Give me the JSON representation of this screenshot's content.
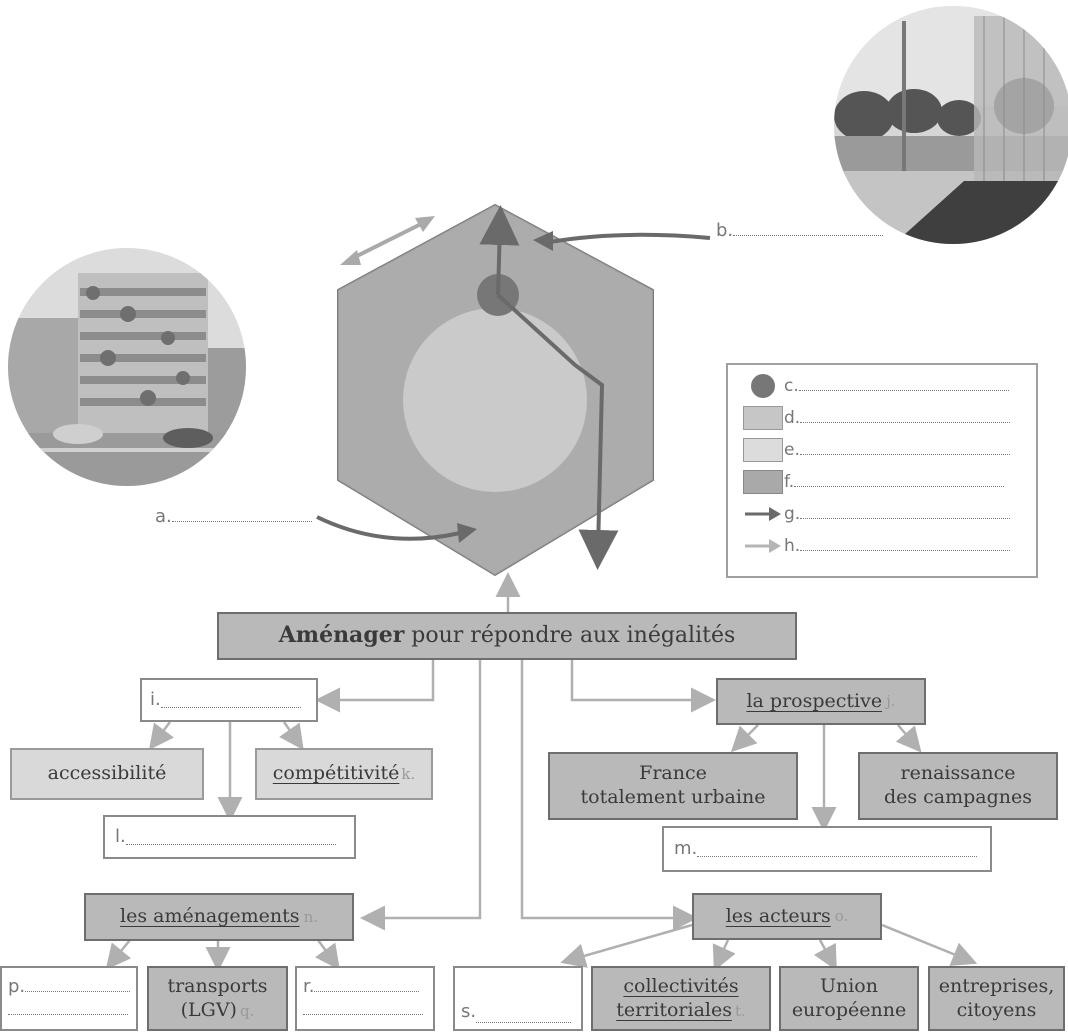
{
  "labels": {
    "a": "a.",
    "b": "b.",
    "c": "c.",
    "d": "d.",
    "e": "e.",
    "f": "f.",
    "g": "g.",
    "h": "h.",
    "i": "i.",
    "j": "j.",
    "k": "k.",
    "l": "l.",
    "m": "m.",
    "n": "n.",
    "o": "o.",
    "p": "p.",
    "q": "q.",
    "r": "r.",
    "s": "s.",
    "t": "t."
  },
  "main_box": {
    "bold": "Aménager",
    "rest": " pour répondre aux inégalités"
  },
  "prospective": "la prospective",
  "accessibilite": "accessibilité",
  "competitivite": "compétitivité",
  "france_urbaine": {
    "line1": "France",
    "line2": "totalement urbaine"
  },
  "renaissance": {
    "line1": "renaissance",
    "line2": "des campagnes"
  },
  "amenagements": "les aménagements",
  "acteurs": "les acteurs",
  "transports": {
    "line1": "transports",
    "line2": "(LGV)"
  },
  "collectivites": {
    "line1": "collectivités",
    "line2": "territoriales"
  },
  "union": {
    "line1": "Union",
    "line2": "européenne"
  },
  "entreprises": {
    "line1": "entreprises,",
    "line2": "citoyens"
  },
  "colors": {
    "dark_gray": "#7a7a7a",
    "mid_gray": "#b9b9b9",
    "light_gray": "#d9d9d9",
    "arrow_dark": "#6a6a6a",
    "arrow_light": "#b5b5b5"
  },
  "icons": [
    "building-photo",
    "park-photo",
    "hexagon-map",
    "red-dot-symbol",
    "dark-arrow-symbol",
    "light-arrow-symbol",
    "double-arrow"
  ]
}
